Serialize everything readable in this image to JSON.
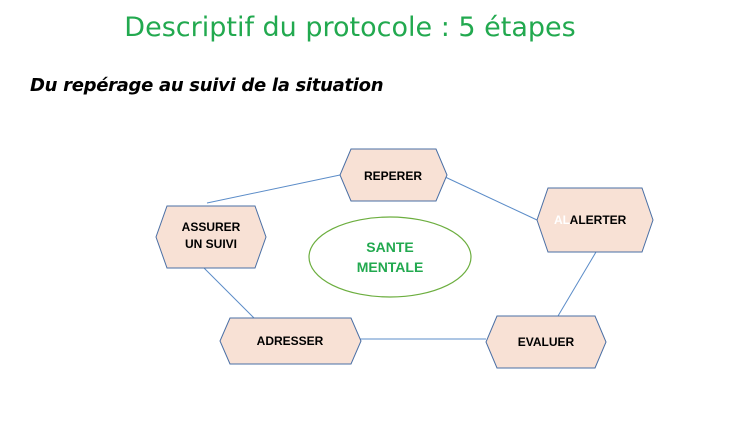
{
  "title": "Descriptif du protocole : 5 étapes",
  "subtitle": "Du repérage au suivi de la situation",
  "colors": {
    "title": "#22a94f",
    "step_fill": "#f8e1d5",
    "step_stroke": "#4a6fa5",
    "connector": "#5b8cc8",
    "center_stroke": "#6cae3f"
  },
  "center": {
    "line1": "SANTE",
    "line2": "MENTALE"
  },
  "steps": {
    "reperer": {
      "label": "REPERER"
    },
    "alerter": {
      "label": "ALERTER",
      "ghost": "AL"
    },
    "evaluer": {
      "label": "EVALUER"
    },
    "adresser": {
      "label": "ADRESSER"
    },
    "assurer": {
      "line1": "ASSURER",
      "line2": "UN SUIVI"
    }
  }
}
